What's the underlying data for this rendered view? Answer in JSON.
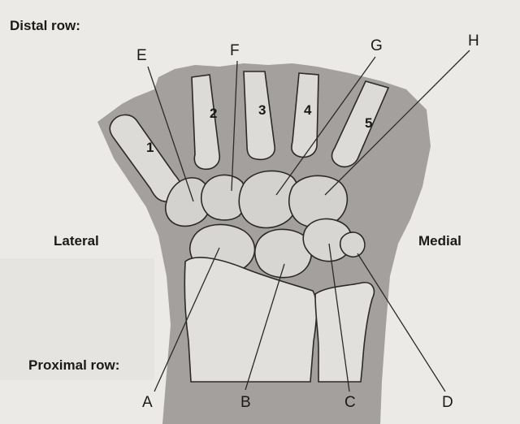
{
  "headings": {
    "distal_row": "Distal row:",
    "lateral": "Lateral",
    "medial": "Medial",
    "proximal_row": "Proximal row:"
  },
  "bone_labels": {
    "A": "A",
    "B": "B",
    "C": "C",
    "D": "D",
    "E": "E",
    "F": "F",
    "G": "G",
    "H": "H"
  },
  "metacarpal_numbers": [
    "1",
    "2",
    "3",
    "4",
    "5"
  ],
  "colors": {
    "background": "#eceae6",
    "bone": "#dddbd8",
    "shadow": "#9f9c99",
    "outline": "#2c2a29"
  }
}
